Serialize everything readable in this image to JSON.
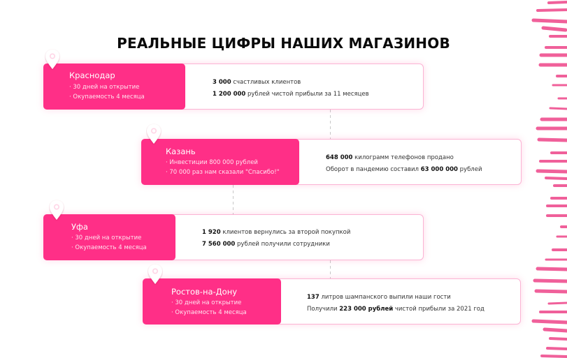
{
  "title": "РЕАЛЬНЫЕ ЦИФРЫ НАШИХ МАГАЗИНОВ",
  "colors": {
    "accent": "#ff2f87",
    "card_border": "#fbb3d4",
    "stripes": "#f0609a"
  },
  "stores": [
    {
      "city": "Краснодар",
      "bullets": [
        "· 30 дней на открытие",
        "· Окупаемость 4 месяца"
      ],
      "facts": [
        {
          "pre": "",
          "bold": "3 000",
          "post": " счастливых клиентов"
        },
        {
          "pre": "",
          "bold": "1 200 000",
          "post": " рублей чистой прибыли за 11 месяцев"
        }
      ]
    },
    {
      "city": "Казань",
      "bullets": [
        "· Инвестиции 800 000 рублей",
        "· 70 000 раз нам сказали \"Спасибо!\""
      ],
      "facts": [
        {
          "pre": "",
          "bold": "648 000",
          "post": " килограмм телефонов продано"
        },
        {
          "pre": "Оборот в пандемию составил ",
          "bold": "63 000 000",
          "post": " рублей"
        }
      ]
    },
    {
      "city": "Уфа",
      "bullets": [
        "· 30 дней на открытие",
        "· Окупаемость 4 месяца"
      ],
      "facts": [
        {
          "pre": "",
          "bold": "1 920",
          "post": " клиентов вернулись за второй покупкой"
        },
        {
          "pre": "",
          "bold": "7 560 000",
          "post": " рублей получили сотрудники"
        }
      ]
    },
    {
      "city": "Ростов-на-Дону",
      "bullets": [
        "· 30 дней на открытие",
        "· Окупаемость 4 месяца"
      ],
      "facts": [
        {
          "pre": "",
          "bold": "137",
          "post": " литров шампанского выпили наши гости"
        },
        {
          "pre": "Получили ",
          "bold": "223 000 рублей",
          "post": " чистой прибыли за 2021 год"
        }
      ]
    }
  ]
}
